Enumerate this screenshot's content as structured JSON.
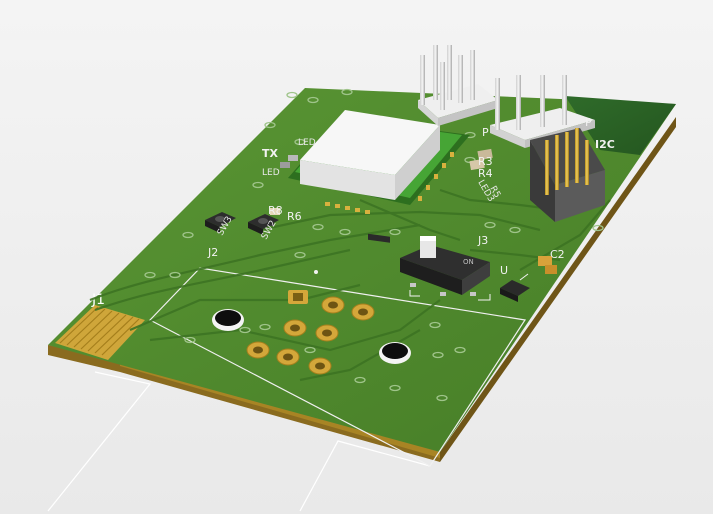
{
  "view": {
    "background_color": "#ececec"
  },
  "board": {
    "top_color": "#4f8a2e",
    "edge_color": "#8a6b1f",
    "copper_color": "#d4a73a",
    "silkscreen_color": "#f2f2f2"
  },
  "designators": {
    "j1": "J1",
    "j2": "J2",
    "j3": "J3",
    "p_left": "P",
    "p_right": "P",
    "i2c": "I2C",
    "r3": "R3",
    "r4": "R4",
    "r5": "R5",
    "r6": "R6",
    "r8": "R8",
    "c2": "C2",
    "u": "U",
    "led1": "LED",
    "led2": "LED",
    "led3": "LED3",
    "tx": "TX",
    "sw2": "SW2",
    "sw3": "SW3",
    "switch_label": "ON"
  },
  "icons": {
    "pin-header": "pin-header-icon",
    "module": "rf-module-icon",
    "mounting-hole": "mounting-hole-icon"
  }
}
